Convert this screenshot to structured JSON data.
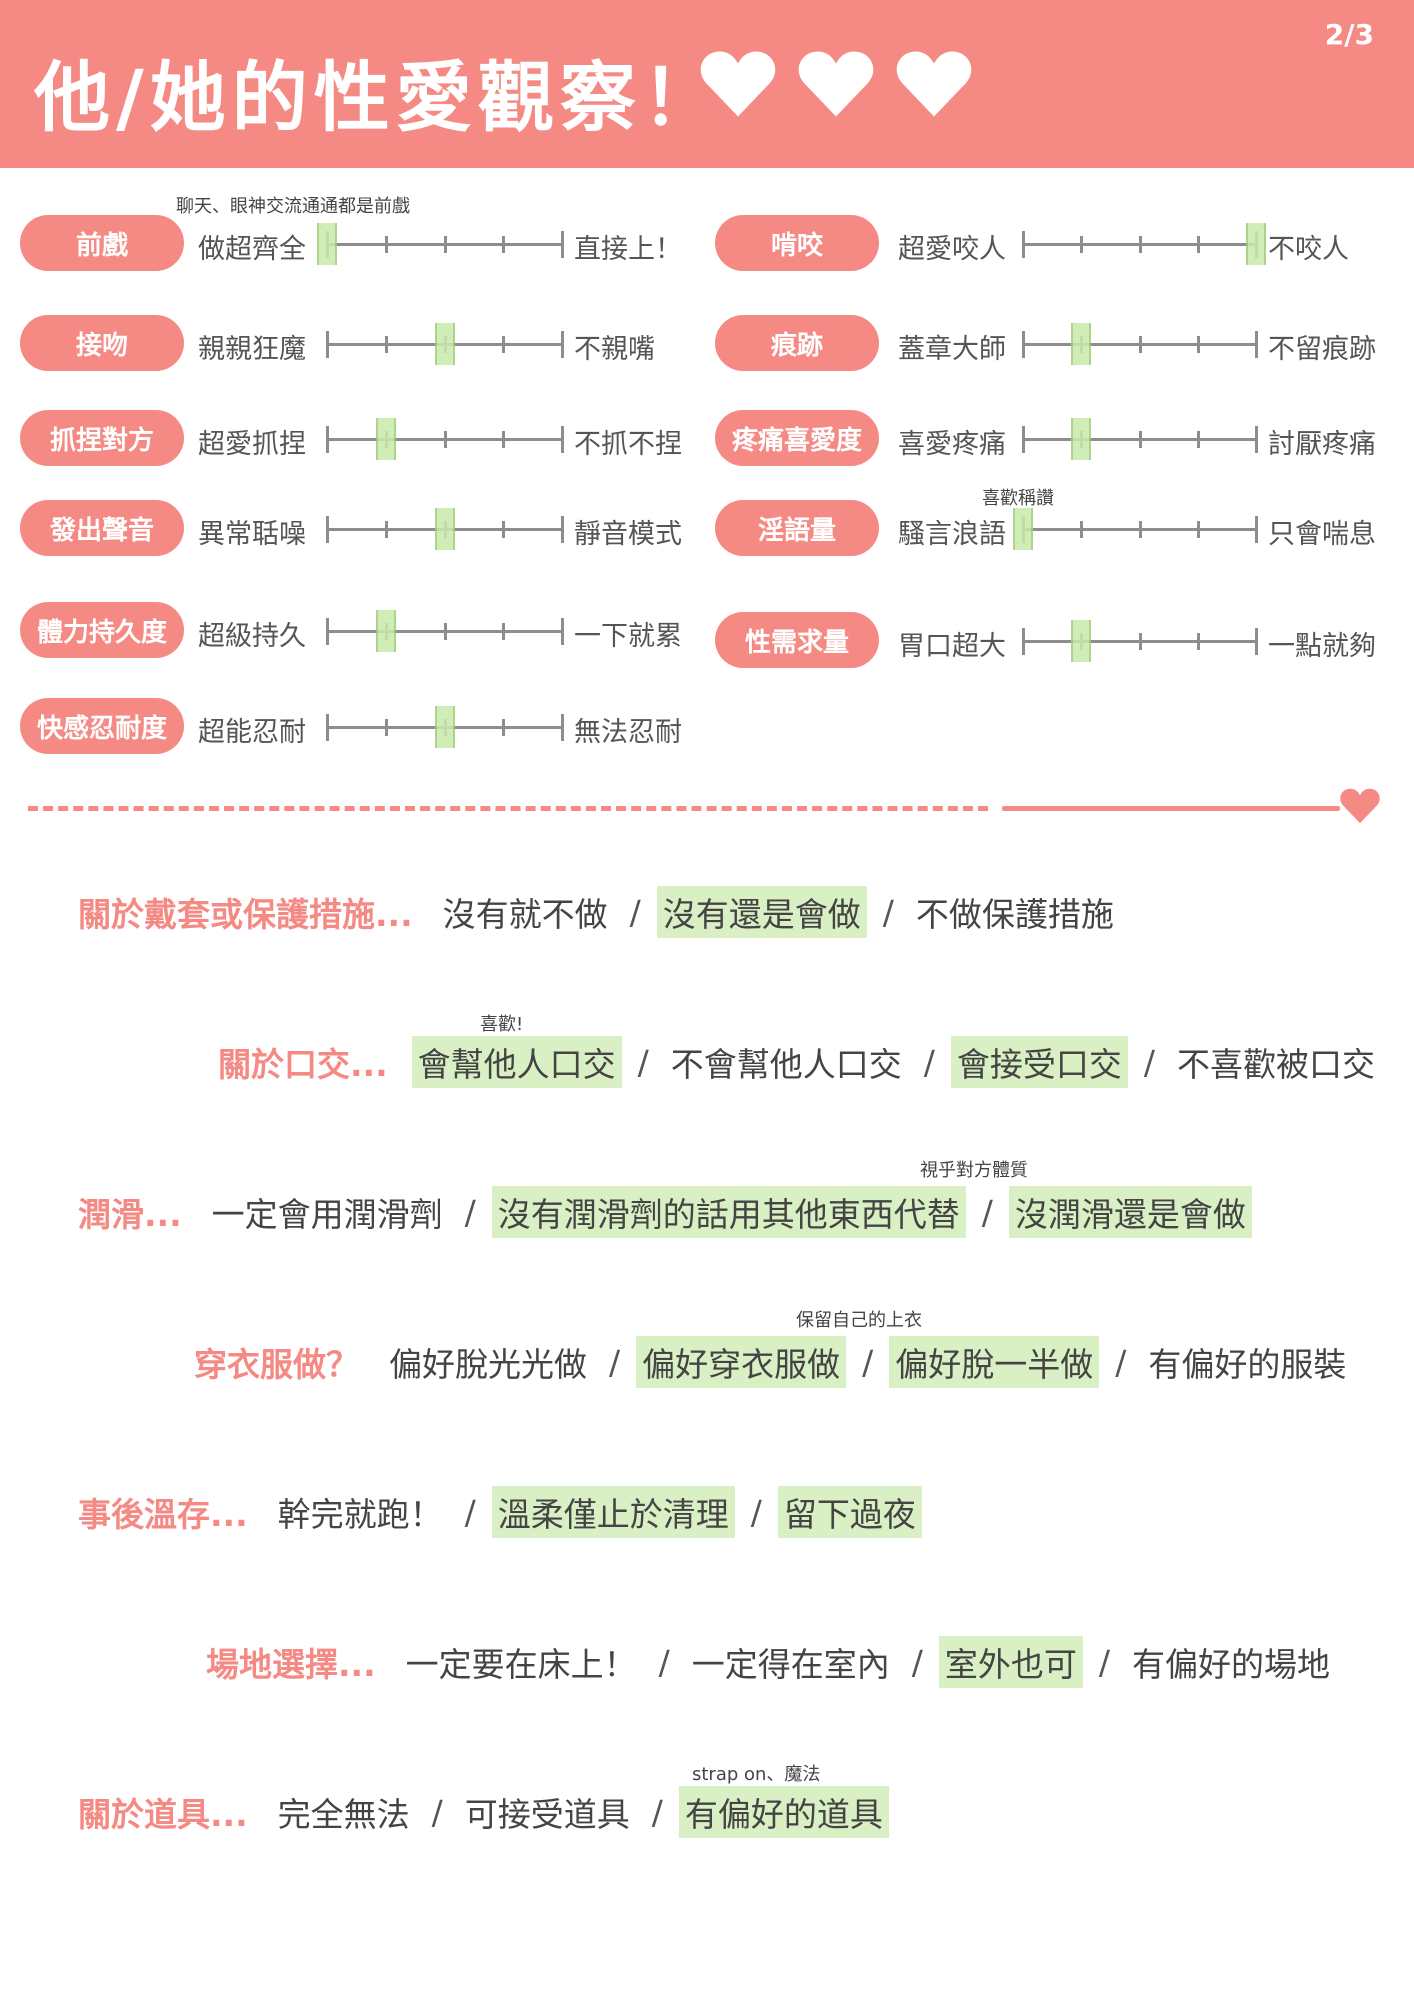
{
  "header": {
    "title": "他/她的性愛觀察！",
    "page": "2/3",
    "heart_count": 3,
    "color": "#f58a84"
  },
  "scales_left": [
    {
      "label": "前戲",
      "left": "做超齊全",
      "right": "直接上！",
      "value": 0,
      "note": "聊天、眼神交流通通都是前戲"
    },
    {
      "label": "接吻",
      "left": "親親狂魔",
      "right": "不親嘴",
      "value": 0.5
    },
    {
      "label": "抓捏對方",
      "left": "超愛抓捏",
      "right": "不抓不捏",
      "value": 0.25
    },
    {
      "label": "發出聲音",
      "left": "異常聒噪",
      "right": "靜音模式",
      "value": 0.5
    },
    {
      "label": "體力持久度",
      "left": "超級持久",
      "right": "一下就累",
      "value": 0.25
    },
    {
      "label": "快感忍耐度",
      "left": "超能忍耐",
      "right": "無法忍耐",
      "value": 0.5
    }
  ],
  "scales_right": [
    {
      "label": "啃咬",
      "left": "超愛咬人",
      "right": "不咬人",
      "value": 1
    },
    {
      "label": "痕跡",
      "left": "蓋章大師",
      "right": "不留痕跡",
      "value": 0.25
    },
    {
      "label": "疼痛喜愛度",
      "left": "喜愛疼痛",
      "right": "討厭疼痛",
      "value": 0.25
    },
    {
      "label": "淫語量",
      "left": "騷言浪語",
      "right": "只會喘息",
      "value": 0,
      "note": "喜歡稱讚"
    },
    {
      "label": "性需求量",
      "left": "胃口超大",
      "right": "一點就夠",
      "value": 0.25
    }
  ],
  "questions": [
    {
      "label": "關於戴套或保護措施...",
      "options": [
        {
          "text": "沒有就不做",
          "selected": false
        },
        {
          "text": "沒有還是會做",
          "selected": true
        },
        {
          "text": "不做保護措施",
          "selected": false
        }
      ]
    },
    {
      "label": "關於口交...",
      "note": "喜歡!",
      "options": [
        {
          "text": "會幫他人口交",
          "selected": true
        },
        {
          "text": "不會幫他人口交",
          "selected": false
        },
        {
          "text": "會接受口交",
          "selected": true
        },
        {
          "text": "不喜歡被口交",
          "selected": false
        }
      ]
    },
    {
      "label": "潤滑...",
      "note": "視乎對方體質",
      "options": [
        {
          "text": "一定會用潤滑劑",
          "selected": false
        },
        {
          "text": "沒有潤滑劑的話用其他東西代替",
          "selected": true
        },
        {
          "text": "沒潤滑還是會做",
          "selected": true
        }
      ]
    },
    {
      "label": "穿衣服做？",
      "note": "保留自己的上衣",
      "options": [
        {
          "text": "偏好脫光光做",
          "selected": false
        },
        {
          "text": "偏好穿衣服做",
          "selected": true
        },
        {
          "text": "偏好脫一半做",
          "selected": true
        },
        {
          "text": "有偏好的服裝",
          "selected": false
        }
      ]
    },
    {
      "label": "事後溫存...",
      "options": [
        {
          "text": "幹完就跑！",
          "selected": false
        },
        {
          "text": "溫柔僅止於清理",
          "selected": true
        },
        {
          "text": "留下過夜",
          "selected": true
        }
      ]
    },
    {
      "label": "場地選擇...",
      "options": [
        {
          "text": "一定要在床上！",
          "selected": false
        },
        {
          "text": "一定得在室內",
          "selected": false
        },
        {
          "text": "室外也可",
          "selected": true
        },
        {
          "text": "有偏好的場地",
          "selected": false
        }
      ]
    },
    {
      "label": "關於道具...",
      "note": "strap on、魔法",
      "options": [
        {
          "text": "完全無法",
          "selected": false
        },
        {
          "text": "可接受道具",
          "selected": false
        },
        {
          "text": "有偏好的道具",
          "selected": true
        }
      ]
    }
  ]
}
